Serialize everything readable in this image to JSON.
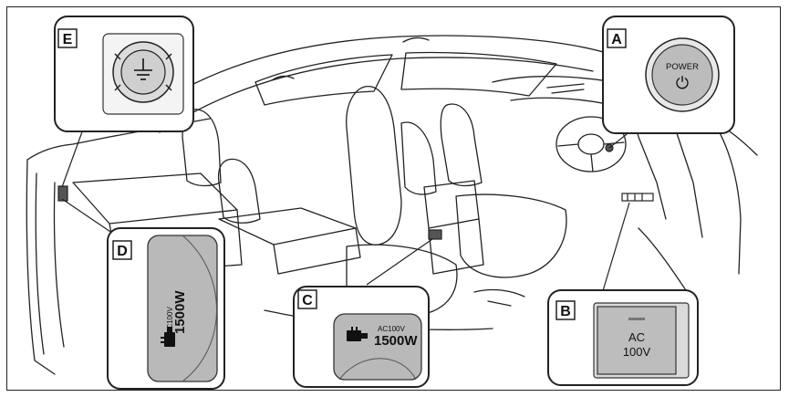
{
  "callouts": {
    "A": {
      "letter": "A",
      "button_line1": "POWER",
      "power_symbol": "⏻",
      "icon": "power-icon"
    },
    "B": {
      "letter": "B",
      "line1": "AC",
      "line2": "100V"
    },
    "C": {
      "letter": "C",
      "small_label": "AC100V",
      "big_label": "1500W",
      "icon": "plug-icon"
    },
    "D": {
      "letter": "D",
      "small_label": "AC100V",
      "big_label": "1500W",
      "icon": "plug-icon"
    },
    "E": {
      "letter": "E",
      "symbol": "⏚",
      "icon": "ground-icon"
    }
  },
  "colors": {
    "line": "#222222",
    "panel_grey": "#b8b8b8",
    "panel_light": "#d9d9d9",
    "background": "#ffffff"
  }
}
